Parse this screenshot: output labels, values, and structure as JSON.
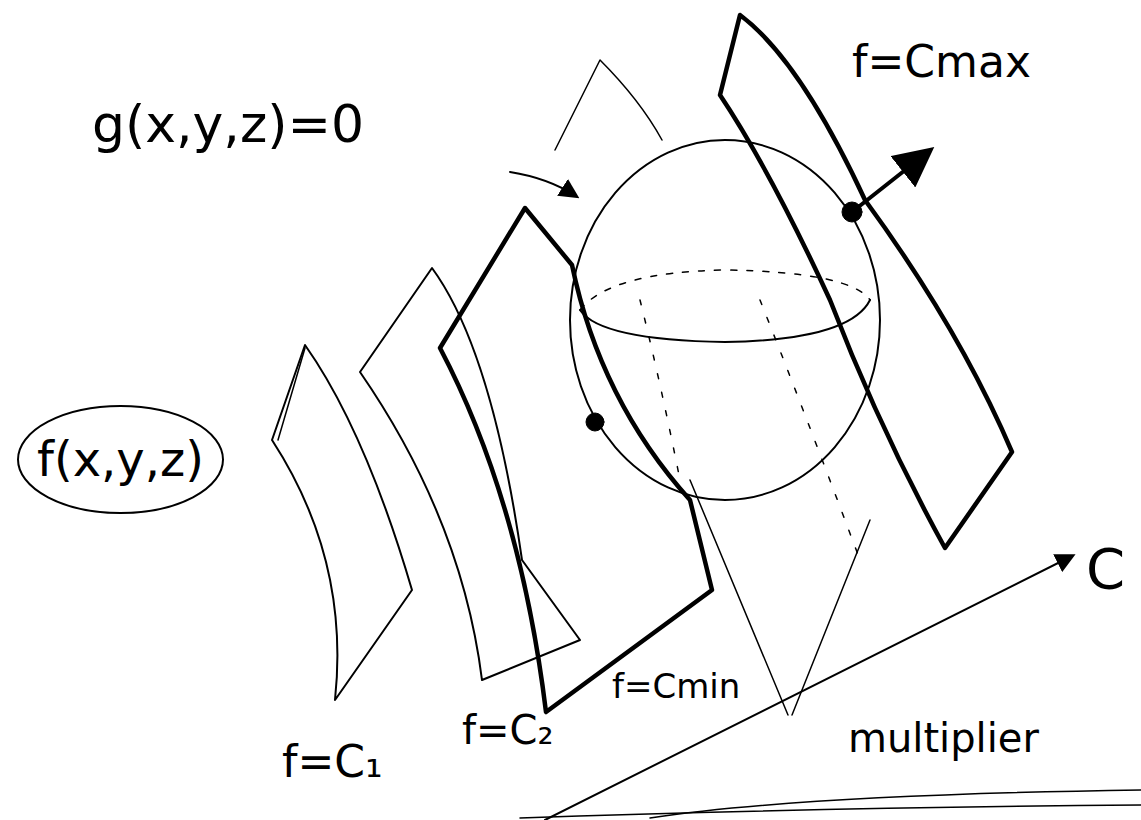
{
  "diagram": {
    "nodes": [
      {
        "text": [
          "f(x,y,z)"
        ]
      }
    ],
    "labels": [
      "g(x,y,z)=0",
      "f=Cmax",
      "f=Cmin",
      "f=C₁",
      "f=C₂",
      "C",
      "multiplier"
    ]
  }
}
